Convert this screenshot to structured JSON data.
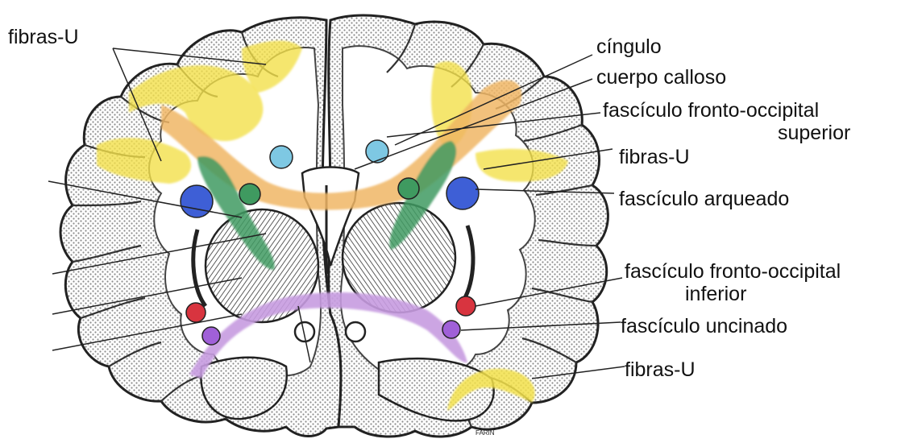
{
  "labels": {
    "u_fibers_top": "fibras-U",
    "cingulum": "cíngulo",
    "corpus_callosum": "cuerpo calloso",
    "sup_fof_line1": "fascículo fronto-occipital",
    "sup_fof_line2": "superior",
    "u_fibers_mid": "fibras-U",
    "arcuate": "fascículo arqueado",
    "inf_fof_line1": "fascículo fronto-occipital",
    "inf_fof_line2": "inferior",
    "uncinate": "fascículo uncinado",
    "u_fibers_bottom": "fibras-U",
    "signature": "FARIN"
  },
  "colors": {
    "background": "#ffffff",
    "tissue_outline": "#222222",
    "cortex_texture": "#9a9a9a",
    "u_fibers": "#f2e04a",
    "corpus_callosum": "#f0b665",
    "cingulum": "#7ec8e3",
    "superior_fof": "#3f9a60",
    "arcuate": "#3e5fd6",
    "inferior_fof": "#d8343f",
    "uncinate": "#a060d8",
    "anterior_commissure": "#c79be0"
  }
}
